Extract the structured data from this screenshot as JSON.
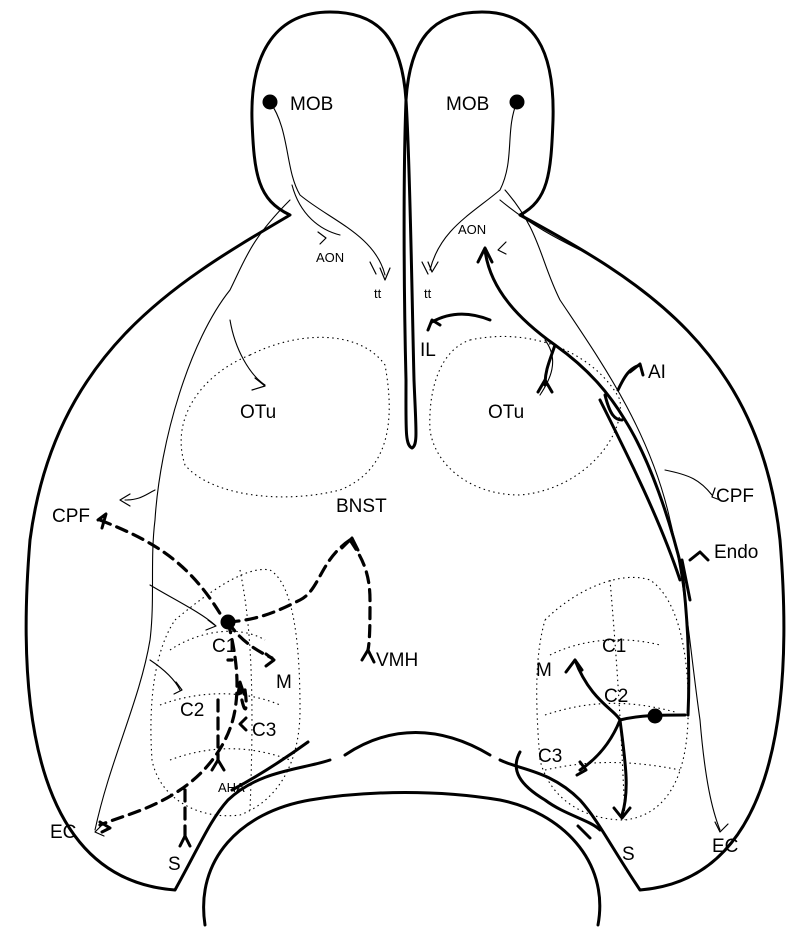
{
  "labels": {
    "mob_left": "MOB",
    "mob_right": "MOB",
    "aon_left": "AON",
    "aon_right": "AON",
    "tt_left": "tt",
    "tt_right": "tt",
    "il": "IL",
    "ai": "AI",
    "otu_left": "OTu",
    "otu_right": "OTu",
    "cpf_left": "CPF",
    "cpf_right": "CPF",
    "bnst": "BNST",
    "endo": "Endo",
    "vmh": "VMH",
    "c1_left": "C1",
    "c1_right": "C1",
    "c2_left": "C2",
    "c2_right": "C2",
    "c3_left": "C3",
    "c3_right": "C3",
    "m_left": "M",
    "m_right": "M",
    "ec_left": "EC",
    "ec_right": "EC",
    "aha": "AHA",
    "s_left": "S",
    "s_right": "S"
  }
}
